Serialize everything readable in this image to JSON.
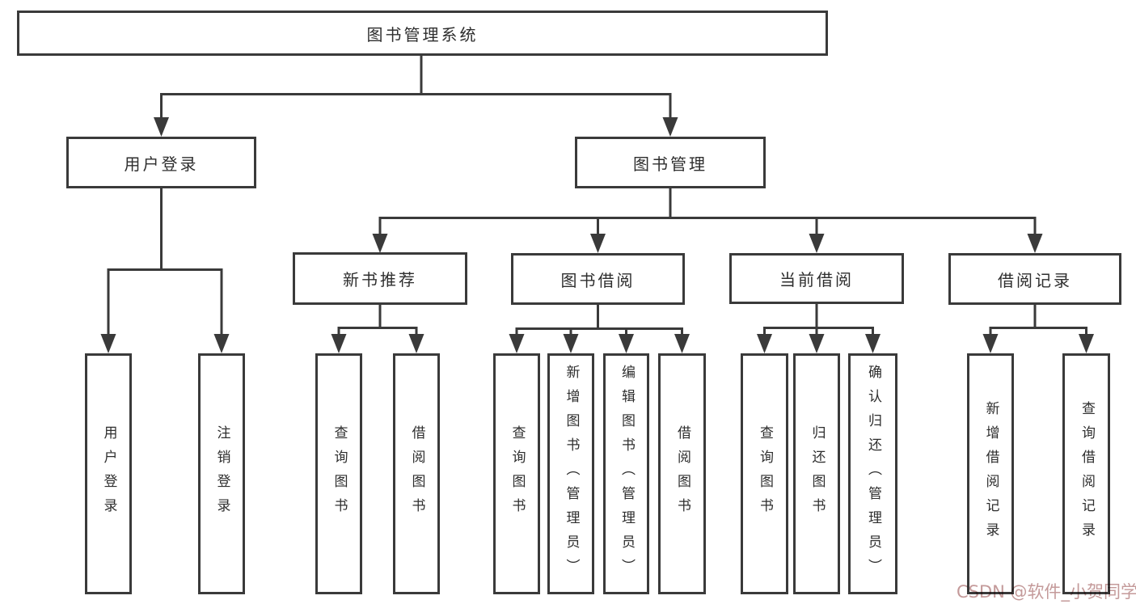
{
  "diagram": {
    "type": "hierarchy-tree",
    "colors": {
      "line": "#3a3a3a",
      "box_border": "#3a3a3a",
      "box_fill": "#ffffff",
      "text": "#2e2e2e",
      "watermark": "#c49a9a",
      "background": "#ffffff"
    },
    "root": {
      "label": "图书管理系统"
    },
    "level2": [
      {
        "label": "用户登录"
      },
      {
        "label": "图书管理"
      }
    ],
    "level3": [
      {
        "label": "新书推荐",
        "parent": "图书管理"
      },
      {
        "label": "图书借阅",
        "parent": "图书管理"
      },
      {
        "label": "当前借阅",
        "parent": "图书管理"
      },
      {
        "label": "借阅记录",
        "parent": "图书管理"
      }
    ],
    "leaves": [
      {
        "label": "用户登录",
        "parent": "用户登录"
      },
      {
        "label": "注销登录",
        "parent": "用户登录"
      },
      {
        "label": "查询图书",
        "parent": "新书推荐"
      },
      {
        "label": "借阅图书",
        "parent": "新书推荐"
      },
      {
        "label": "查询图书",
        "parent": "图书借阅"
      },
      {
        "label": "新增图书（管理员）",
        "parent": "图书借阅"
      },
      {
        "label": "编辑图书（管理员）",
        "parent": "图书借阅"
      },
      {
        "label": "借阅图书",
        "parent": "图书借阅"
      },
      {
        "label": "查询图书",
        "parent": "当前借阅"
      },
      {
        "label": "归还图书",
        "parent": "当前借阅"
      },
      {
        "label": "确认归还（管理员）",
        "parent": "当前借阅"
      },
      {
        "label": "新增借阅记录",
        "parent": "借阅记录"
      },
      {
        "label": "查询借阅记录",
        "parent": "借阅记录"
      }
    ],
    "watermark": {
      "text": "CSDN @软件_小贺同学"
    }
  }
}
